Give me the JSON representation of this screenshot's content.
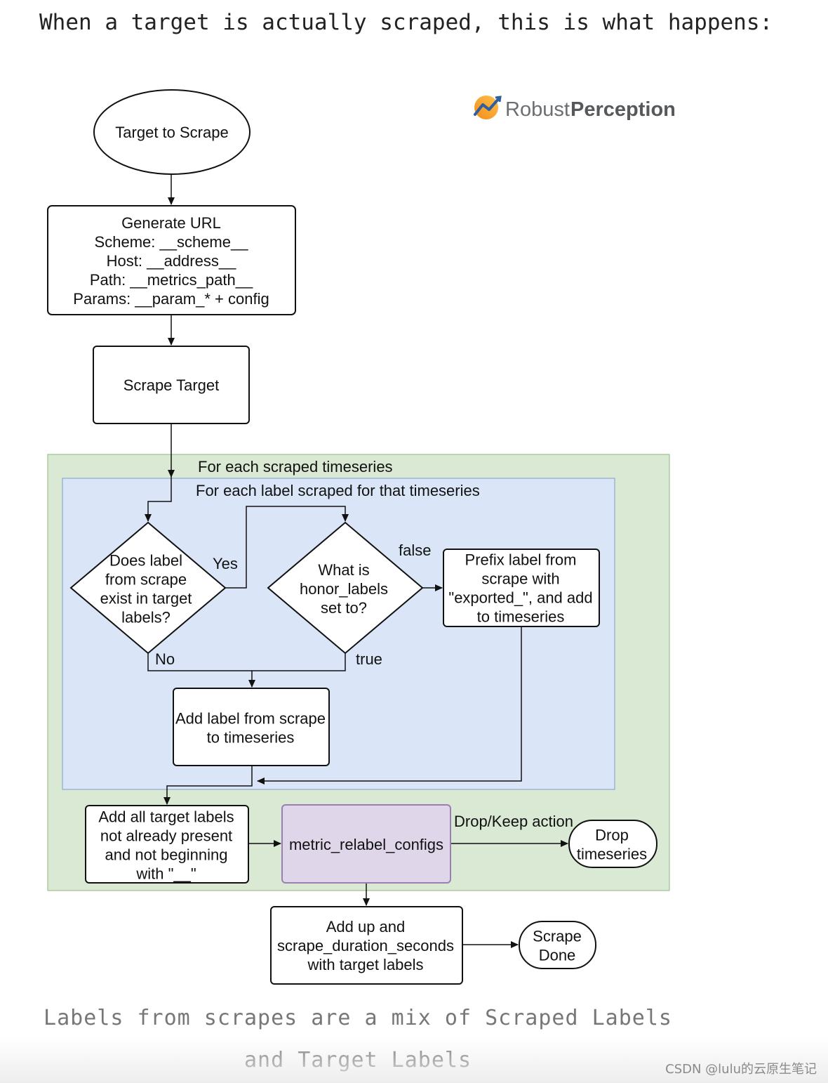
{
  "intro": "When a target is actually scraped, this is what happens:",
  "logo": {
    "word1": "Robust",
    "word2": "Perception"
  },
  "nodes": {
    "target_to_scrape": [
      "Target to Scrape"
    ],
    "generate_url": [
      "Generate URL",
      "Scheme: __scheme__",
      "Host: __address__",
      "Path: __metrics_path__",
      "Params: __param_* + config"
    ],
    "scrape_target": [
      "Scrape Target"
    ],
    "does_label_exist": [
      "Does label",
      "from scrape",
      "exist in target",
      "labels?"
    ],
    "honor_labels": [
      "What is",
      "honor_labels",
      "set to?"
    ],
    "prefix_label": [
      "Prefix label from",
      "scrape with",
      "\"exported_\", and add",
      "to timeseries"
    ],
    "add_label": [
      "Add label from scrape",
      "to timeseries"
    ],
    "add_target_labels": [
      "Add all target labels",
      "not already present",
      "and not beginning",
      "with \"__\""
    ],
    "metric_relabel": [
      "metric_relabel_configs"
    ],
    "drop_timeseries": [
      "Drop",
      "timeseries"
    ],
    "add_up": [
      "Add up and",
      "scrape_duration_seconds",
      "with target labels"
    ],
    "scrape_done": [
      "Scrape",
      "Done"
    ]
  },
  "groups": {
    "outer": "For each scraped timeseries",
    "inner": "For each label scraped for that timeseries"
  },
  "edge_labels": {
    "yes": "Yes",
    "no": "No",
    "false": "false",
    "true": "true",
    "drop_keep": "Drop/Keep action"
  },
  "caption": [
    "Labels from scrapes are a mix of Scraped Labels",
    "and Target Labels"
  ],
  "watermark": "CSDN @lulu的云原生笔记",
  "colors": {
    "outer_group": "#d9e9d4",
    "inner_group": "#dae6f8",
    "metric_relabel_fill": "#e0d6ea",
    "metric_relabel_border": "#9b7fb2"
  }
}
